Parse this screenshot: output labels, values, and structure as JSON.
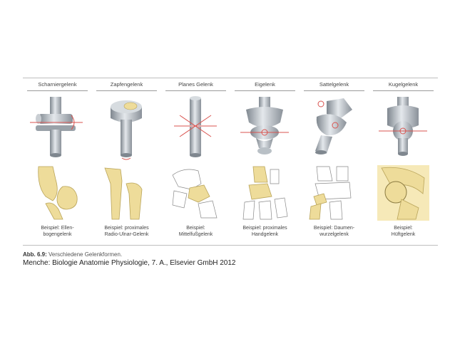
{
  "joints": [
    {
      "title": "Scharniergelenk",
      "caption": [
        "Beispiel: Ellen-",
        "bogengelenk"
      ],
      "model_icon": "hinge-joint-icon"
    },
    {
      "title": "Zapfengelenk",
      "caption": [
        "Beispiel: proximales",
        "Radio-Ulnar-Gelenk"
      ],
      "model_icon": "pivot-joint-icon"
    },
    {
      "title": "Planes Gelenk",
      "caption": [
        "Beispiel:",
        "Mittelfußgelenk"
      ],
      "model_icon": "plane-joint-icon"
    },
    {
      "title": "Eigelenk",
      "caption": [
        "Beispiel: proximales",
        "Handgelenk"
      ],
      "model_icon": "ellipsoid-joint-icon"
    },
    {
      "title": "Sattelgelenk",
      "caption": [
        "Beispiel: Daumen-",
        "wurzelgelenk"
      ],
      "model_icon": "saddle-joint-icon"
    },
    {
      "title": "Kugelgelenk",
      "caption": [
        "Beispiel:",
        "Hüftgelenk"
      ],
      "model_icon": "ball-joint-icon"
    }
  ],
  "figure_caption": {
    "label": "Abb. 6.9:",
    "text": " Verschiedene Gelenkformen."
  },
  "source": "Menche: Biologie Anatomie Physiologie, 7. A., Elsevier GmbH 2012",
  "colors": {
    "bone": "#eedc9a",
    "bone_outline": "#b9a45a",
    "metal": "#aab1b8",
    "arrow": "#d9534f",
    "rule": "#bfbfbf"
  }
}
